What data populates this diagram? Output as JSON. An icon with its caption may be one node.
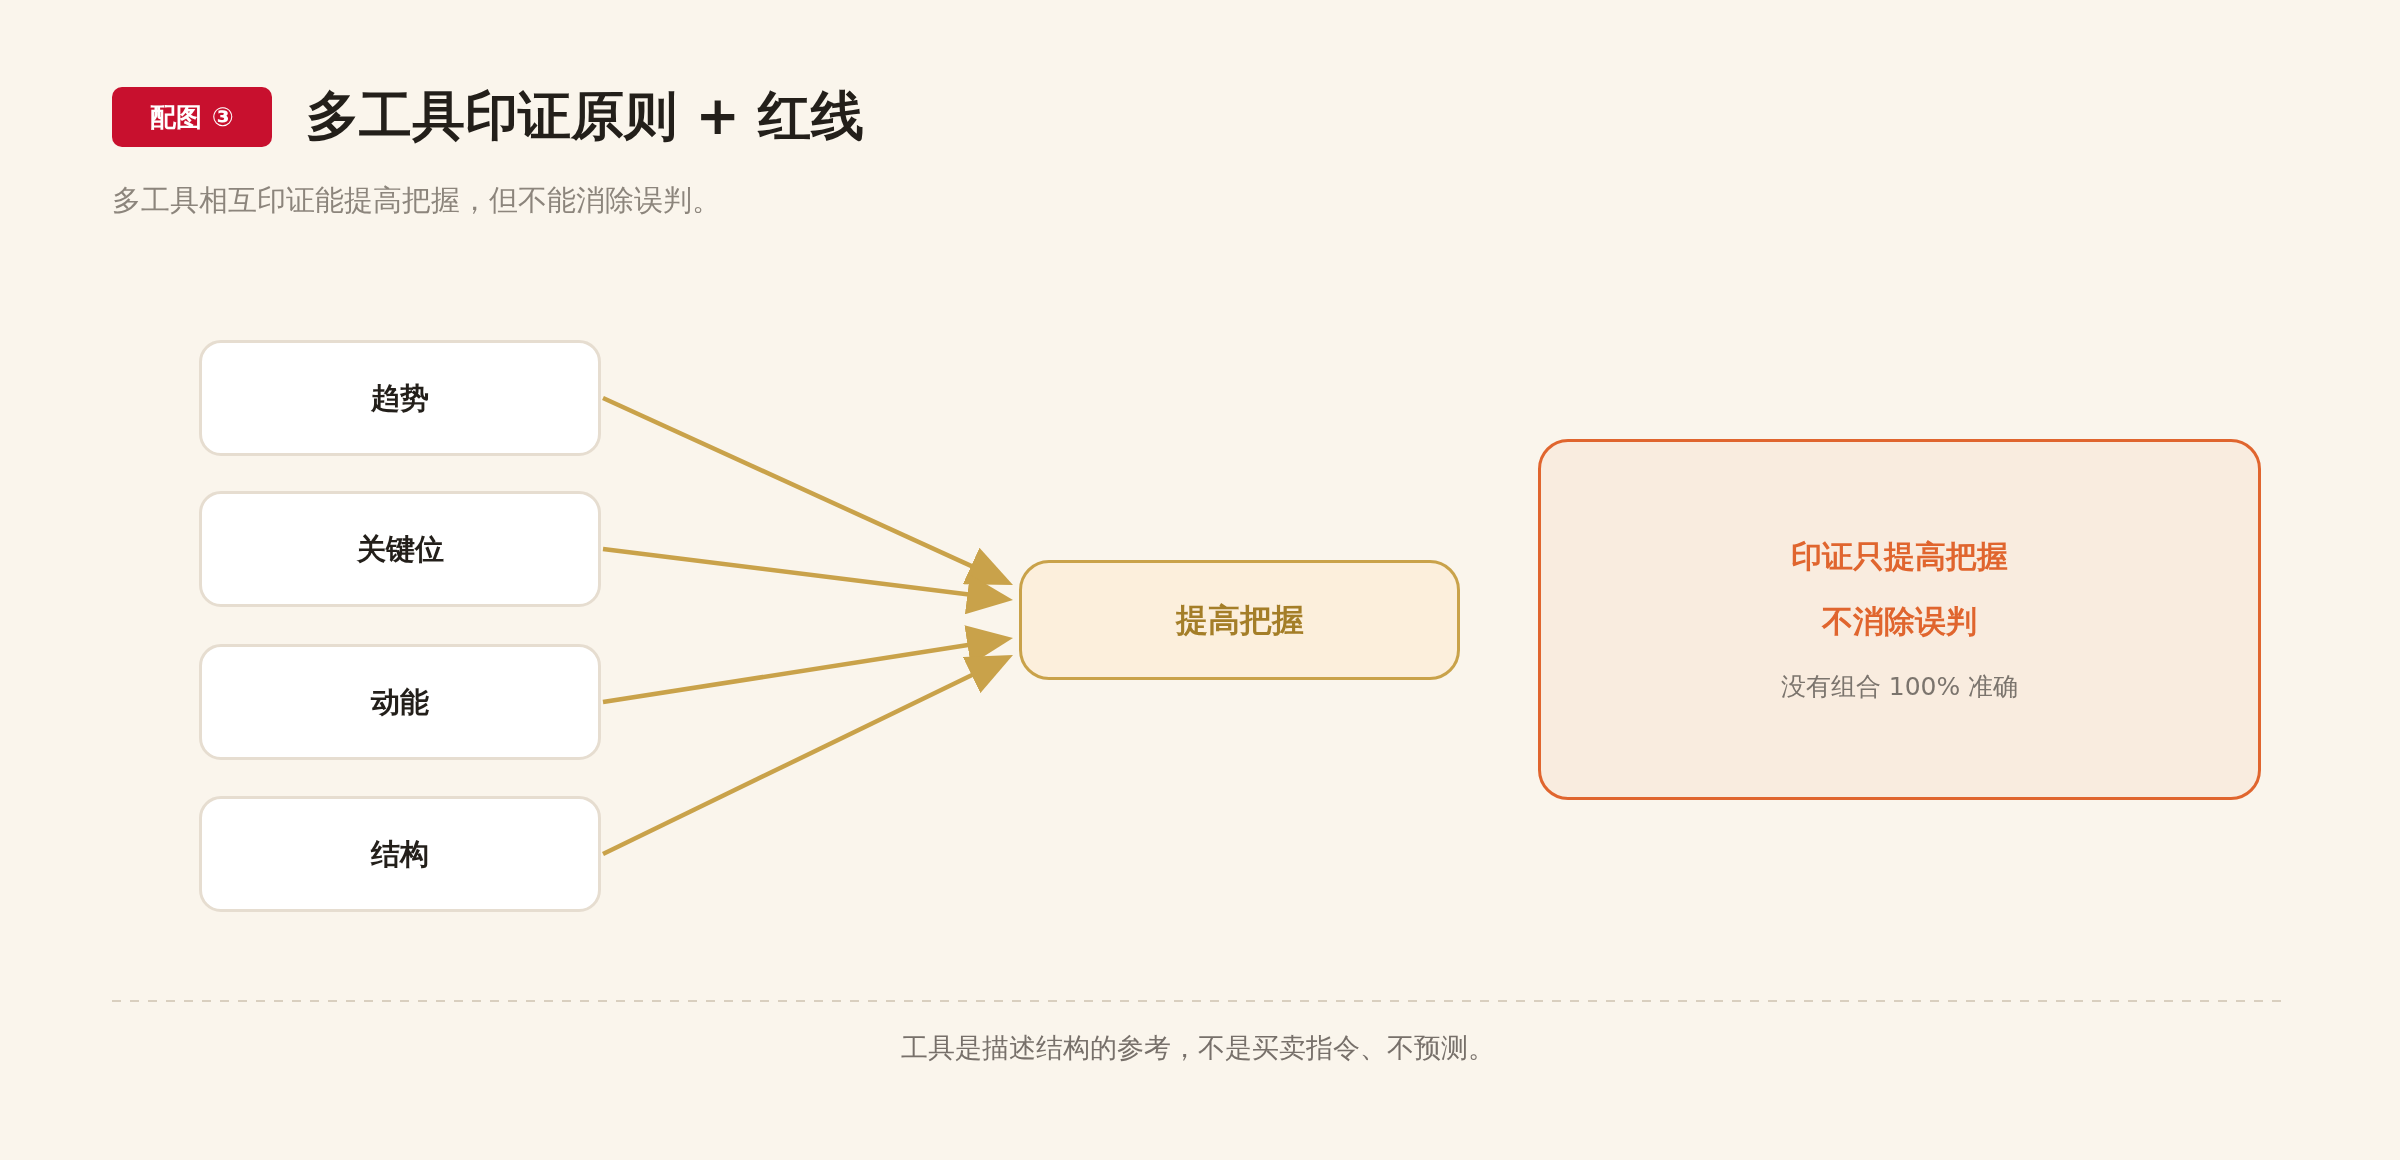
{
  "diagram": {
    "title": "多工具印证原则 + 红线",
    "nodes": [
      {
        "text": [
          "趋势"
        ]
      },
      {
        "text": [
          "关键位"
        ]
      },
      {
        "text": [
          "动能"
        ]
      },
      {
        "text": [
          "结构"
        ]
      },
      {
        "text": [
          "提高把握"
        ]
      },
      {
        "text": [
          "印证只提高把握",
          "不消除误判",
          "没有组合 100% 准确"
        ]
      }
    ],
    "edges": [
      {
        "from": 0,
        "to": 4,
        "arrow": "to"
      },
      {
        "from": 1,
        "to": 4,
        "arrow": "to"
      },
      {
        "from": 2,
        "to": 4,
        "arrow": "to"
      },
      {
        "from": 3,
        "to": 4,
        "arrow": "to"
      }
    ],
    "labels": [
      "配图 ③",
      "多工具相互印证能提高把握，但不能消除误判。",
      "工具是描述结构的参考，不是买卖指令、不预测。"
    ]
  }
}
